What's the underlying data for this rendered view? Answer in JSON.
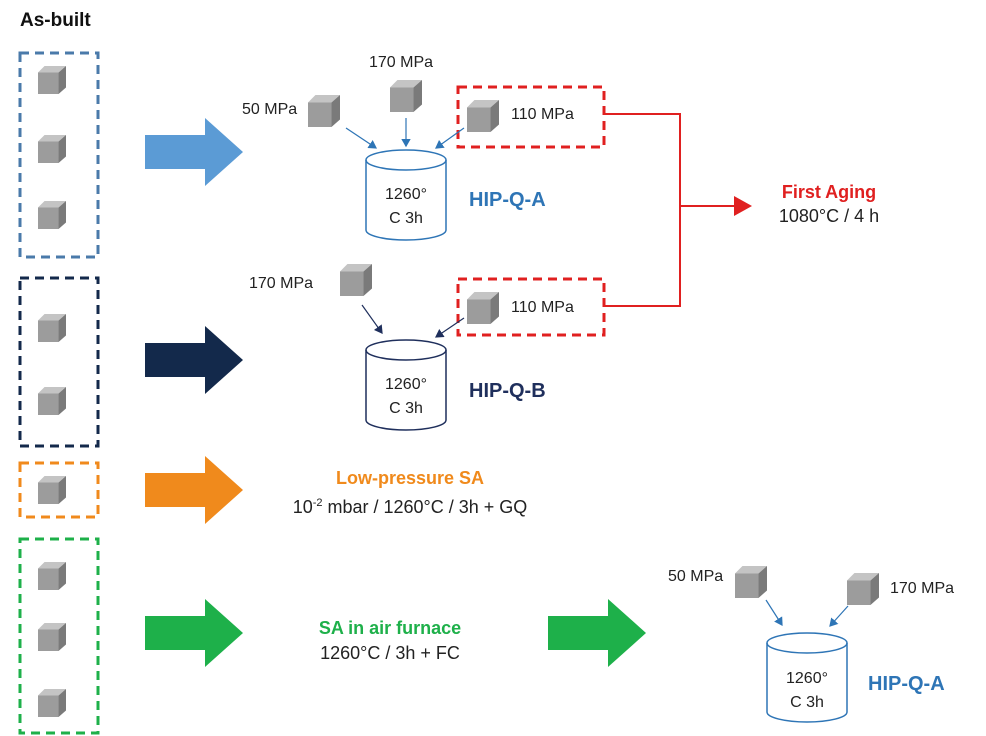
{
  "header": {
    "title": "As-built"
  },
  "colors": {
    "steel_blue": "#4a86c8",
    "navy": "#13294b",
    "orange": "#f08a1c",
    "green": "#1eb04a",
    "red": "#e02020",
    "cube": "#9c9c9c",
    "hip_blue_text": "#2e75b6",
    "hip_navy_text": "#1f2f5c"
  },
  "route_a": {
    "pressures": [
      "50 MPa",
      "170 MPa",
      "110 MPa"
    ],
    "cylinder_line1": "1260°",
    "cylinder_line2": "C 3h",
    "process_label": "HIP-Q-A"
  },
  "route_b": {
    "pressures": [
      "170 MPa",
      "110 MPa"
    ],
    "cylinder_line1": "1260°",
    "cylinder_line2": "C 3h",
    "process_label": "HIP-Q-B"
  },
  "aging": {
    "title": "First Aging",
    "condition": "1080°C / 4 h"
  },
  "low_pressure": {
    "title": "Low-pressure SA",
    "condition_base": "10",
    "condition_exp": "-2",
    "condition_rest": " mbar / 1260°C / 3h + GQ"
  },
  "air_furnace": {
    "title": "SA in air furnace",
    "condition": "1260°C / 3h + FC",
    "pressures": [
      "50 MPa",
      "170 MPa"
    ],
    "cylinder_line1": "1260°",
    "cylinder_line2": "C 3h",
    "process_label": "HIP-Q-A"
  }
}
